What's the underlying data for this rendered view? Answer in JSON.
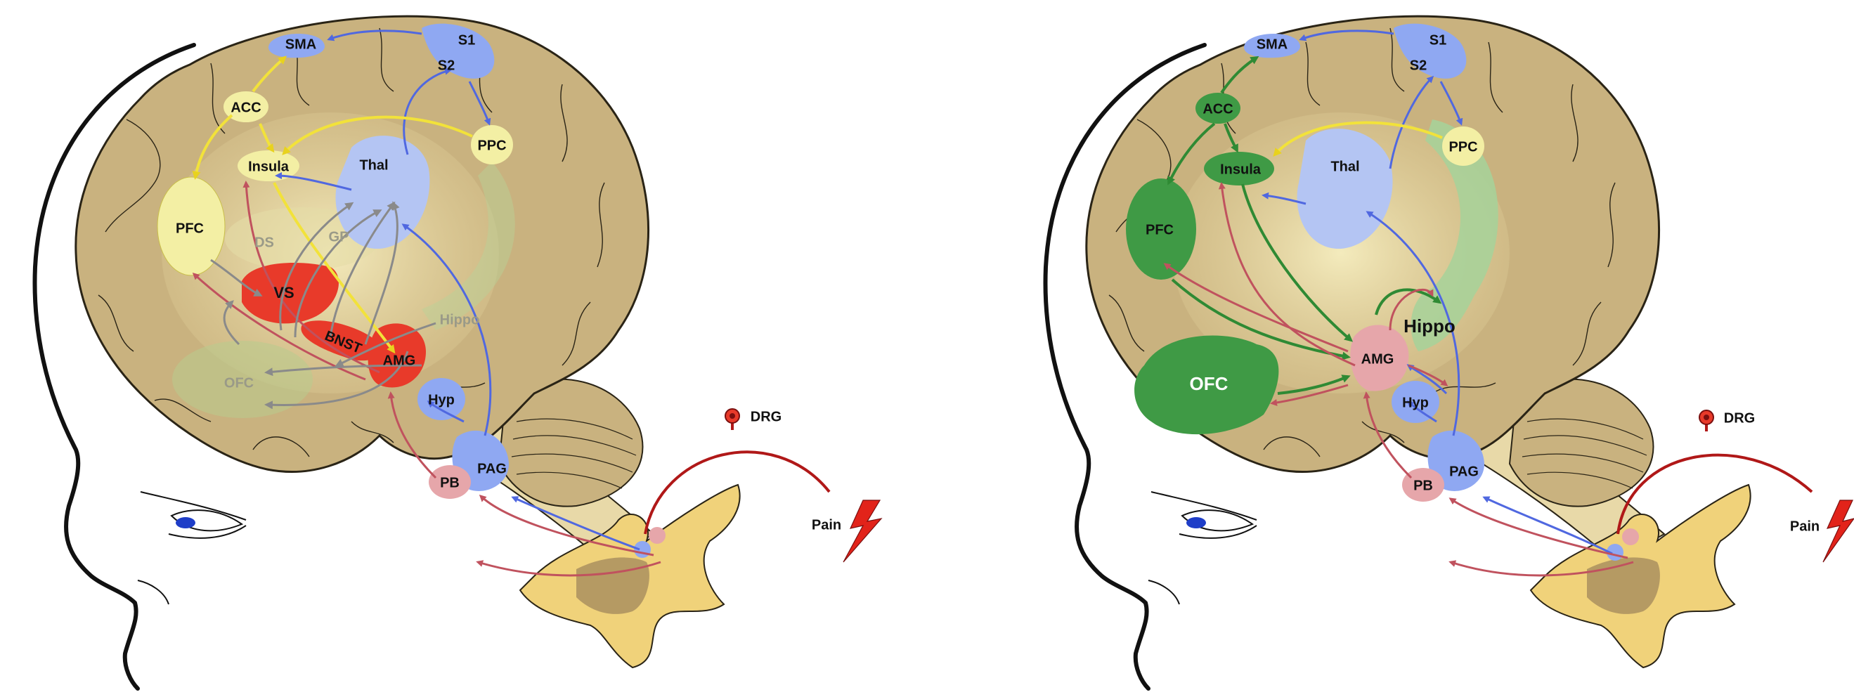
{
  "figure": {
    "left_panel": {
      "labels": {
        "sma": "SMA",
        "s1": "S1",
        "s2": "S2",
        "acc": "ACC",
        "ppc": "PPC",
        "insula": "Insula",
        "thal": "Thal",
        "pfc": "PFC",
        "ds": "DS",
        "gp": "GP",
        "vs": "VS",
        "bnst": "BNST",
        "amg": "AMG",
        "hippo": "Hippo",
        "ofc": "OFC",
        "hyp": "Hyp",
        "pag": "PAG",
        "pb": "PB",
        "drg": "DRG",
        "pain": "Pain"
      }
    },
    "right_panel": {
      "labels": {
        "sma": "SMA",
        "s1": "S1",
        "s2": "S2",
        "acc": "ACC",
        "ppc": "PPC",
        "insula": "Insula",
        "thal": "Thal",
        "pfc": "PFC",
        "hippo": "Hippo",
        "amg": "AMG",
        "ofc": "OFC",
        "hyp": "Hyp",
        "pag": "PAG",
        "pb": "PB",
        "drg": "DRG",
        "pain": "Pain"
      }
    }
  },
  "colors": {
    "brain": "#c9b27f",
    "brain_stroke": "#2a2416",
    "blue_region": "#8fa8f2",
    "yellow_region": "#f3efa4",
    "red_region": "#e83a2a",
    "green_region": "#3f9a45",
    "pink_region": "#e6a6aa",
    "blue_arrow": "#5068e0",
    "yellow_arrow": "#f2e23a",
    "red_arrow": "#c0525e",
    "green_arrow": "#2f8a34",
    "gray_arrow": "#9a9a9a",
    "pain_bolt": "#e2231a",
    "nerve": "#b01818"
  }
}
